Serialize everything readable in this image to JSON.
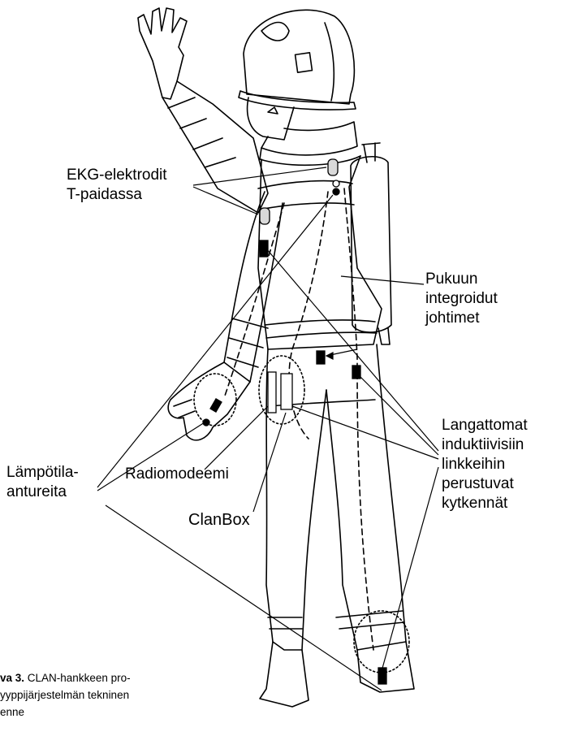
{
  "figure": {
    "labels": {
      "ekg": [
        "EKG-elektrodit",
        "T-paidassa"
      ],
      "wires": [
        "Pukuun",
        "integroidut",
        "johtimet"
      ],
      "wireless": [
        "Langattomat",
        "induktiivisiin",
        "linkkeihin",
        "perustuvat",
        "kytkennät"
      ],
      "temp": [
        "Lämpötila-",
        "antureita"
      ],
      "radio": "Radiomodeemi",
      "clanbox": "ClanBox"
    },
    "caption": {
      "bold": "va 3.",
      "line1_rest": " CLAN-hankkeen pro-",
      "line2": "yyppijärjestelmän tekninen",
      "line3": "enne"
    }
  }
}
